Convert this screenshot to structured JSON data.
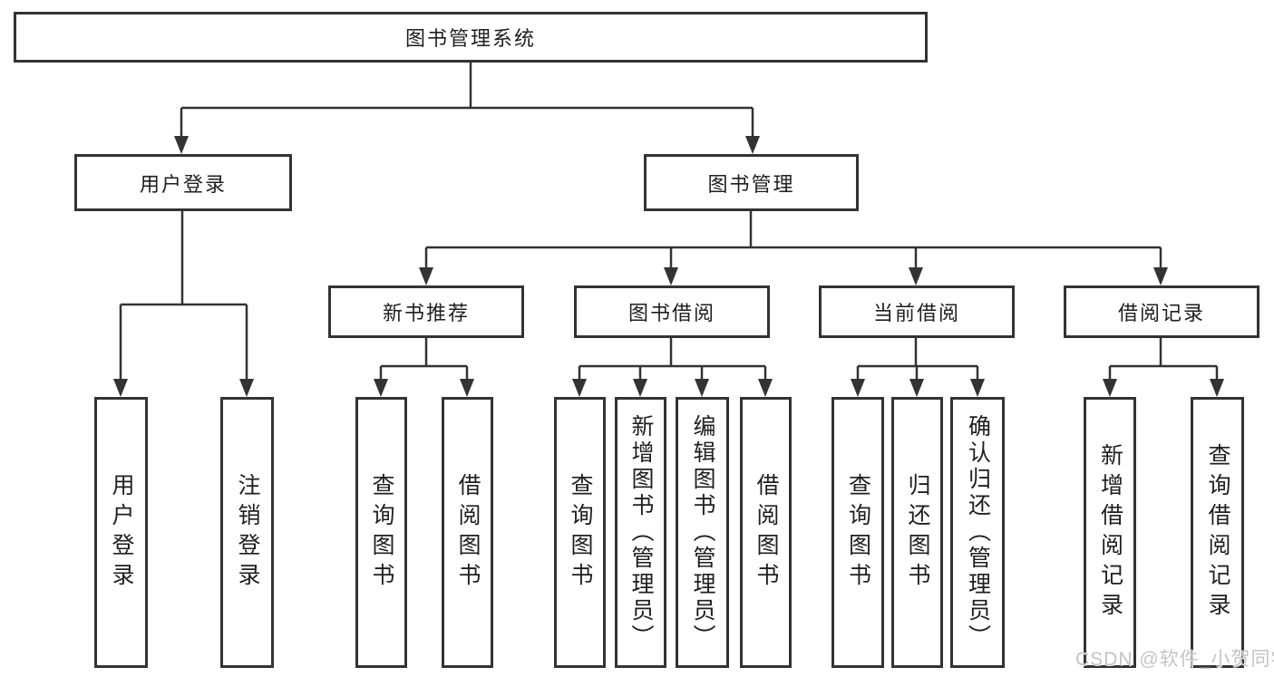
{
  "colors": {
    "line": "#333333",
    "box_border": "#333333",
    "box_bg": "#ffffff",
    "text": "#1f1f1f",
    "watermark": "#c4c4c4"
  },
  "watermark": {
    "text": "CSDN @软件_小贺同学"
  },
  "tree": {
    "label": "图书管理系统",
    "children": [
      {
        "label": "用户登录",
        "children": [
          {
            "label": "用户登录"
          },
          {
            "label": "注销登录"
          }
        ]
      },
      {
        "label": "图书管理",
        "children": [
          {
            "label": "新书推荐",
            "children": [
              {
                "label": "查询图书"
              },
              {
                "label": "借阅图书"
              }
            ]
          },
          {
            "label": "图书借阅",
            "children": [
              {
                "label": "查询图书"
              },
              {
                "label": "新增图书（管理员）"
              },
              {
                "label": "编辑图书（管理员）"
              },
              {
                "label": "借阅图书"
              }
            ]
          },
          {
            "label": "当前借阅",
            "children": [
              {
                "label": "查询图书"
              },
              {
                "label": "归还图书"
              },
              {
                "label": "确认归还（管理员）"
              }
            ]
          },
          {
            "label": "借阅记录",
            "children": [
              {
                "label": "新增借阅记录"
              },
              {
                "label": "查询借阅记录"
              }
            ]
          }
        ]
      }
    ]
  }
}
